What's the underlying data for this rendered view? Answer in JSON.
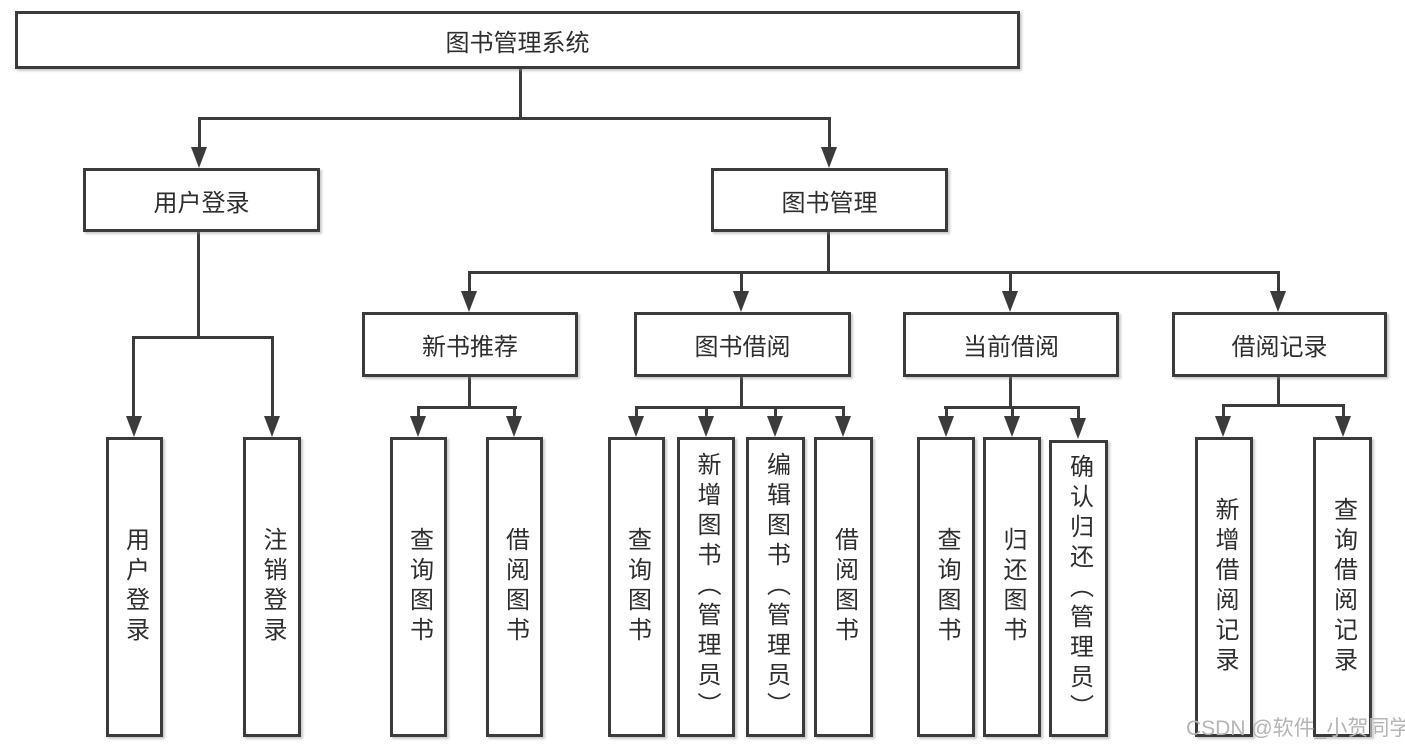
{
  "colors": {
    "line": "#3b3b3b",
    "text": "#2e2e2e",
    "watermark": "#b5b5b5",
    "background": "#ffffff"
  },
  "watermark": "CSDN @软件_小贺同学",
  "tree": {
    "root": {
      "label": "图书管理系统"
    },
    "login": {
      "label": "用户登录",
      "children": [
        {
          "label": "用户登录"
        },
        {
          "label": "注销登录"
        }
      ]
    },
    "management": {
      "label": "图书管理",
      "sections": [
        {
          "label": "新书推荐",
          "children": [
            {
              "label": "查询图书"
            },
            {
              "label": "借阅图书"
            }
          ]
        },
        {
          "label": "图书借阅",
          "children": [
            {
              "label": "查询图书"
            },
            {
              "label": "新增图书（管理员）"
            },
            {
              "label": "编辑图书（管理员）"
            },
            {
              "label": "借阅图书"
            }
          ]
        },
        {
          "label": "当前借阅",
          "children": [
            {
              "label": "查询图书"
            },
            {
              "label": "归还图书"
            },
            {
              "label": "确认归还（管理员）"
            }
          ]
        },
        {
          "label": "借阅记录",
          "children": [
            {
              "label": "新增借阅记录"
            },
            {
              "label": "查询借阅记录"
            }
          ]
        }
      ]
    }
  }
}
